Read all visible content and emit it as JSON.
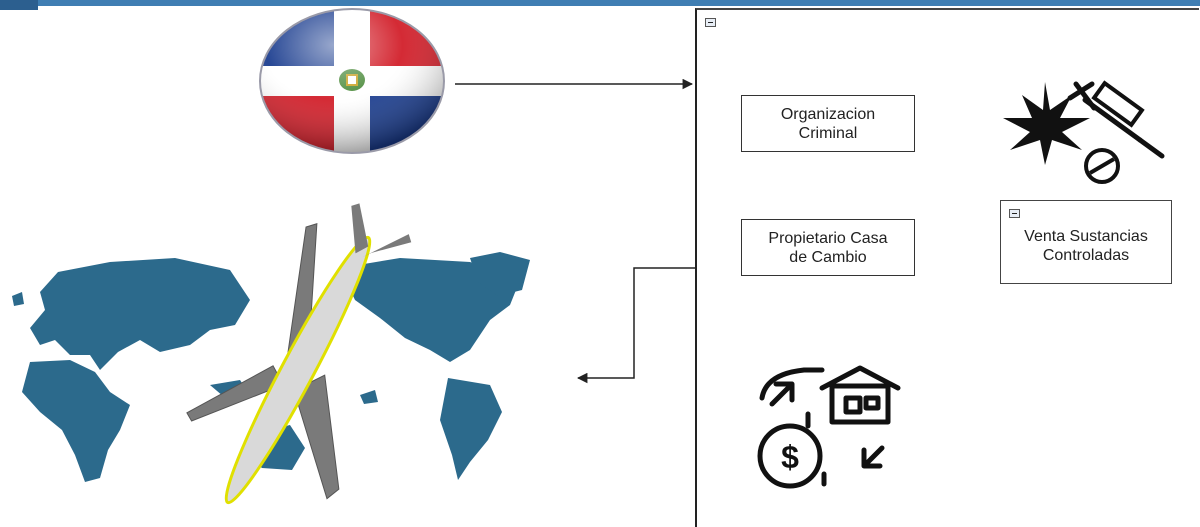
{
  "diagram": {
    "nodes": {
      "organizacion": {
        "label": "Organizacion\nCriminal"
      },
      "propietario": {
        "label": "Propietario Casa\nde Cambio"
      },
      "venta": {
        "label": "Venta Sustancias\nControladas"
      }
    },
    "icons": {
      "flag": "dominican-republic-flag-icon",
      "world": "world-map-airplane-icon",
      "drugs": "drugs-syringe-pill-icon",
      "exchange": "money-exchange-house-icon"
    },
    "colors": {
      "flag_blue": "#1b3d8f",
      "flag_red": "#d21f2a",
      "map": "#2c6a8c",
      "plane_body": "#d9d9d9",
      "plane_wing": "#7a7a7a",
      "plane_outline": "#e0e000"
    }
  }
}
